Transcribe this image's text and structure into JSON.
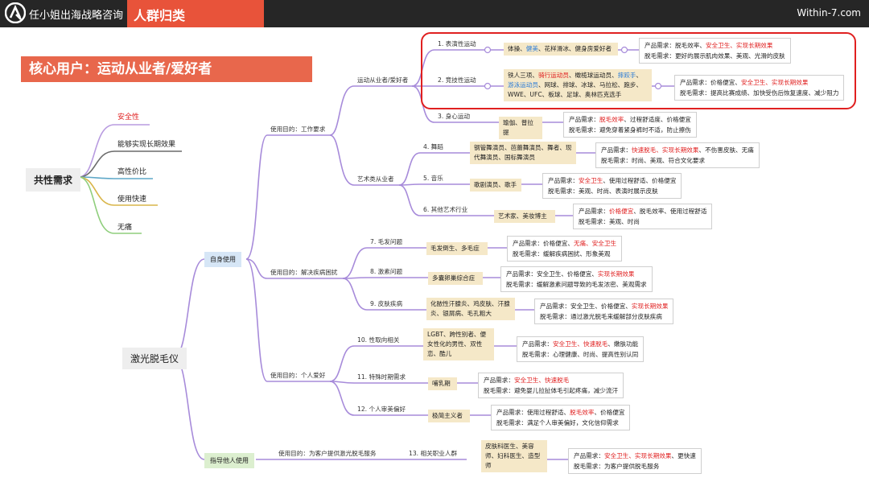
{
  "header": {
    "brand": "任小姐出海战略咨询",
    "topic": "人群归类",
    "site": "Within-7.com"
  },
  "core_user_banner": "核心用户：运动从业者/爱好者",
  "common_needs": {
    "title": "共性需求",
    "items": [
      {
        "label": "安全性",
        "highlight": true
      },
      {
        "label": "能够实现长期效果",
        "highlight": false
      },
      {
        "label": "高性价比",
        "highlight": false
      },
      {
        "label": "使用快速",
        "highlight": false
      },
      {
        "label": "无痛",
        "highlight": false
      }
    ]
  },
  "device": {
    "label": "激光脱毛仪"
  },
  "uses": {
    "self": "自身使用",
    "others": "指导他人使用"
  },
  "purposes": {
    "work": "使用目的：工作要求",
    "disease": "使用目的：解决疾病困扰",
    "hobby": "使用目的：个人爱好",
    "service": "使用目的：为客户提供激光脱毛服务"
  },
  "groups": {
    "sports": "运动从业者/爱好者",
    "arts": "艺术类从业者"
  },
  "colors": {
    "accent": "#e8533a",
    "red_text": "#e02020",
    "blue_text": "#2b7bd6",
    "branch": "#a78bda",
    "who_box": "#f5e8c8"
  },
  "categories": [
    {
      "label": "1. 表演性运动",
      "who": [
        [
          "体操、",
          ""
        ],
        [
          "健美",
          "b"
        ],
        [
          "、花样滑冰、健身房爱好者",
          ""
        ]
      ],
      "product": [
        [
          "产品需求：脱毛效率、",
          ""
        ],
        [
          "安全卫生、实现长期效果",
          "r"
        ]
      ],
      "hair": [
        [
          "脱毛需求：更好的展示肌肉效果、美观、光滑的皮肤",
          ""
        ]
      ]
    },
    {
      "label": "2. 竞技性运动",
      "who": [
        [
          "铁人三项、",
          ""
        ],
        [
          "骑行运动员",
          "r"
        ],
        [
          "、橄榄球运动员、",
          ""
        ],
        [
          "摔跤手",
          "b"
        ],
        [
          "、",
          ""
        ],
        [
          "游泳运动员",
          "b"
        ],
        [
          "、网球、排球、冰球、马拉松、跑步、WWE、UFC、板球、足球、奥林匹克选手",
          ""
        ]
      ],
      "product": [
        [
          "产品需求：价格便宜、",
          ""
        ],
        [
          "安全卫生、实现长期效果",
          "r"
        ]
      ],
      "hair": [
        [
          "脱毛需求：提高比赛成绩、加快受伤后恢复速度、减少阻力",
          ""
        ]
      ]
    },
    {
      "label": "3. 身心运动",
      "who": [
        [
          "瑜伽、普拉提",
          ""
        ]
      ],
      "product": [
        [
          "产品需求：",
          ""
        ],
        [
          "脱毛效率",
          "r"
        ],
        [
          "、过程舒适度、价格便宜",
          ""
        ]
      ],
      "hair": [
        [
          "脱毛需求：避免穿着紧身裤时不适，防止擦伤",
          ""
        ]
      ]
    },
    {
      "label": "4. 舞蹈",
      "who": [
        [
          "钢管舞演员、芭蕾舞演员、舞者、现代舞演员、国标舞演员",
          ""
        ]
      ],
      "product": [
        [
          "产品需求：",
          ""
        ],
        [
          "快速脱毛、实现长期效果",
          "r"
        ],
        [
          "、不伤害皮肤、无痛",
          ""
        ]
      ],
      "hair": [
        [
          "脱毛需求：时尚、美观、符合文化要求",
          ""
        ]
      ]
    },
    {
      "label": "5. 音乐",
      "who": [
        [
          "歌剧演员、歌手",
          ""
        ]
      ],
      "product": [
        [
          "产品需求：",
          ""
        ],
        [
          "安全卫生",
          "r"
        ],
        [
          "、使用过程舒适、价格便宜",
          ""
        ]
      ],
      "hair": [
        [
          "脱毛需求：美观、时尚、表演时展示皮肤",
          ""
        ]
      ]
    },
    {
      "label": "6. 其他艺术行业",
      "who": [
        [
          "艺术家、美妆博主",
          ""
        ]
      ],
      "product": [
        [
          "产品需求：",
          ""
        ],
        [
          "价格便宜",
          "r"
        ],
        [
          "、脱毛效率、使用过程舒适",
          ""
        ]
      ],
      "hair": [
        [
          "脱毛需求：美观、时尚",
          ""
        ]
      ]
    },
    {
      "label": "7. 毛发问题",
      "who": [
        [
          "毛发倒生、多毛症",
          ""
        ]
      ],
      "product": [
        [
          "产品需求：价格便宜、",
          ""
        ],
        [
          "无痛、安全卫生",
          "r"
        ]
      ],
      "hair": [
        [
          "脱毛需求：缓解疾病困扰、形象美观",
          ""
        ]
      ]
    },
    {
      "label": "8. 激素问题",
      "who": [
        [
          "多囊卵巢综合症",
          ""
        ]
      ],
      "product": [
        [
          "产品需求：安全卫生、价格便宜、",
          ""
        ],
        [
          "实现长期效果",
          "r"
        ]
      ],
      "hair": [
        [
          "脱毛需求：缓解激素问题导致的毛发浓密、美观需求",
          ""
        ]
      ]
    },
    {
      "label": "9. 皮肤疾病",
      "who": [
        [
          "化脓性汗腺炎、鸡皮肤、汗腺炎、银屑病、毛孔粗大",
          ""
        ]
      ],
      "product": [
        [
          "产品需求：安全卫生、价格便宜、",
          ""
        ],
        [
          "实现长期效果",
          "r"
        ]
      ],
      "hair": [
        [
          "脱毛需求：通过激光脱毛来缓解部分皮肤疾病",
          ""
        ]
      ]
    },
    {
      "label": "10. 性取向相关",
      "who": [
        [
          "LGBT、跨性别者、便女性化的男性、双性恋、酷儿",
          ""
        ]
      ],
      "product": [
        [
          "产品需求：",
          ""
        ],
        [
          "安全卫生、快速脱毛",
          "r"
        ],
        [
          "、嫩肤功能",
          ""
        ]
      ],
      "hair": [
        [
          "脱毛需求：心理健康、时尚、提高性别认同",
          ""
        ]
      ]
    },
    {
      "label": "11. 特殊时期需求",
      "who": [
        [
          "哺乳期",
          ""
        ]
      ],
      "product": [
        [
          "产品需求：",
          ""
        ],
        [
          "安全卫生、快速脱毛",
          "r"
        ]
      ],
      "hair": [
        [
          "脱毛需求：避免婴儿拉扯体毛引起疼痛，减少流汗",
          ""
        ]
      ]
    },
    {
      "label": "12. 个人审美偏好",
      "who": [
        [
          "极简主义者",
          ""
        ]
      ],
      "product": [
        [
          "产品需求：使用过程舒适、",
          ""
        ],
        [
          "脱毛效率",
          "r"
        ],
        [
          "、价格便宜",
          ""
        ]
      ],
      "hair": [
        [
          "脱毛需求：满足个人审美偏好，文化信仰需求",
          ""
        ]
      ]
    },
    {
      "label": "13. 相关职业人群",
      "who": [
        [
          "皮肤科医生、美容师、妇科医生、造型师",
          ""
        ]
      ],
      "product": [
        [
          "产品需求：",
          ""
        ],
        [
          "安全卫生、实现长期效果",
          "r"
        ],
        [
          "、更快速",
          ""
        ]
      ],
      "hair": [
        [
          "脱毛需求：为客户提供脱毛服务",
          ""
        ]
      ]
    }
  ]
}
